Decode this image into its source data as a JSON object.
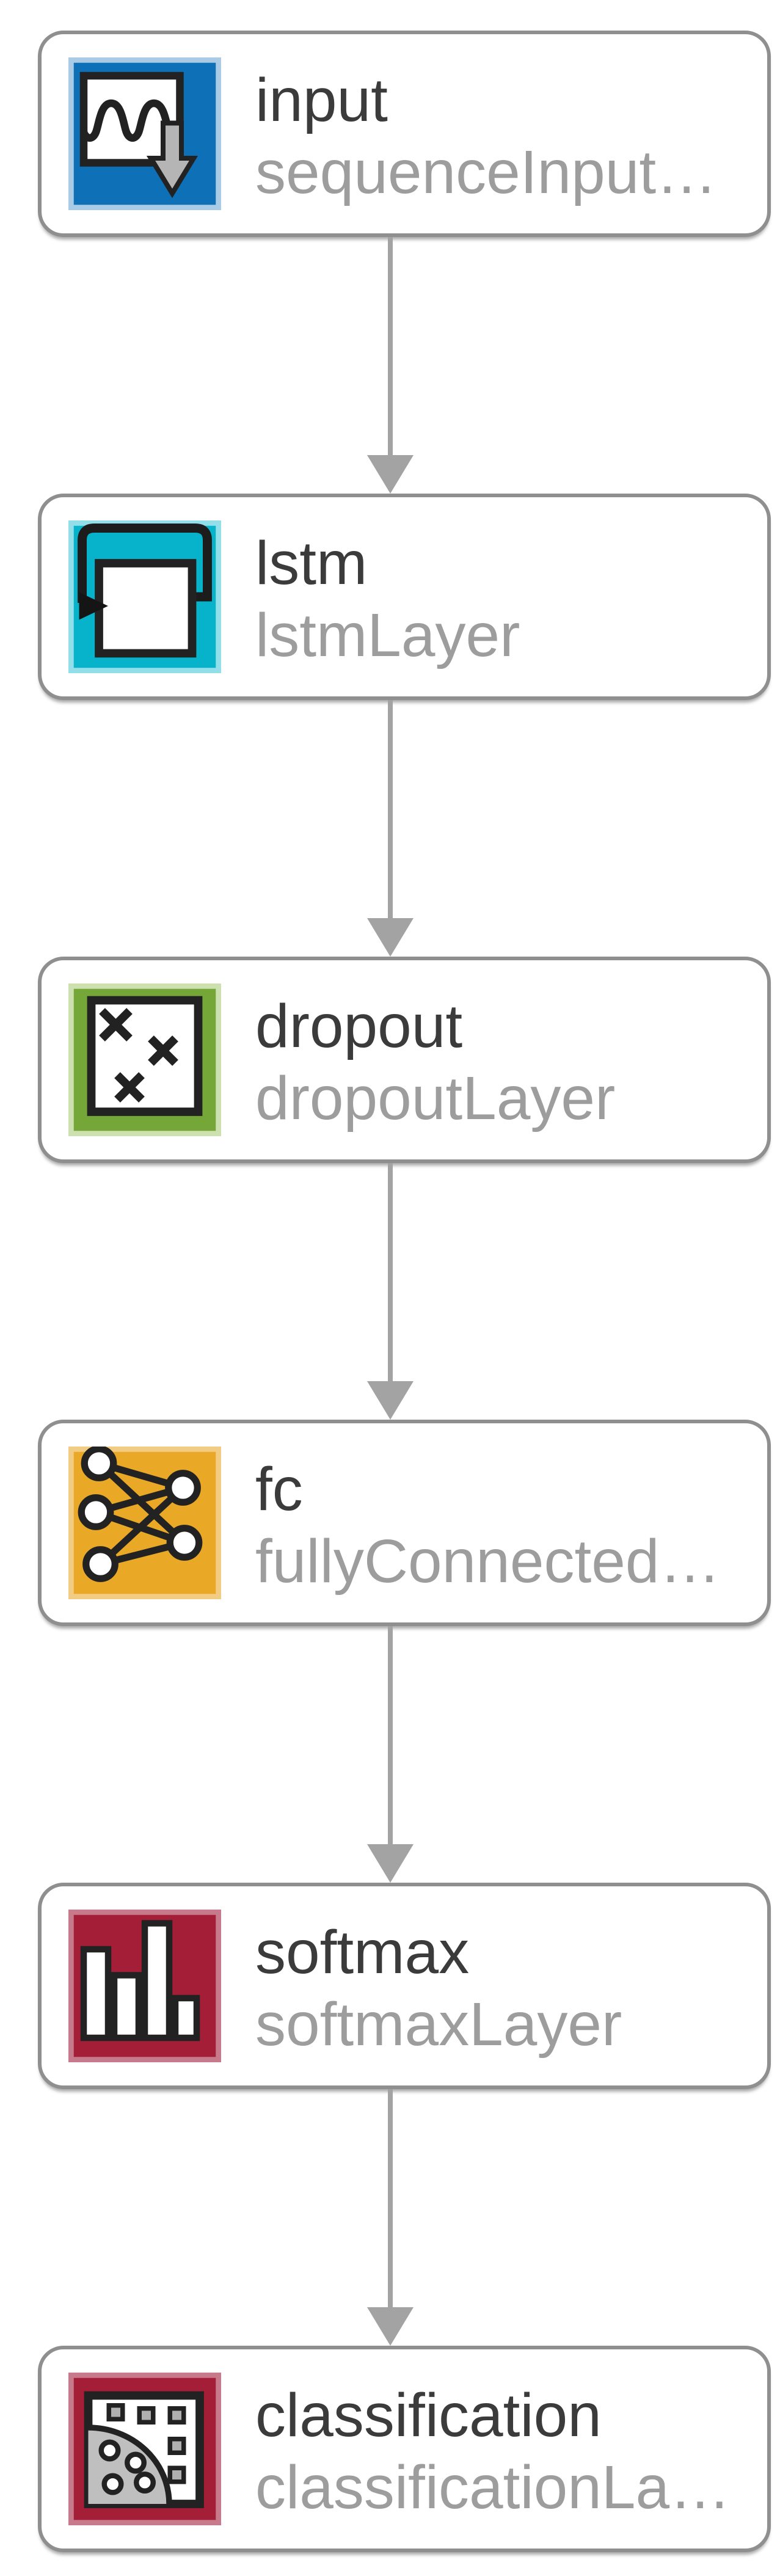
{
  "diagram": {
    "kind": "deep-learning-layer-graph",
    "background_color": "#ffffff",
    "node_style": {
      "fill": "#ffffff",
      "border_color": "#8f8f8f",
      "title_color": "#3b3b3b",
      "subtitle_color": "#9d9d9d"
    },
    "connector_color": "#a3a3a3",
    "nodes": [
      {
        "id": "input",
        "name": "input",
        "layer_type": "sequenceInput…",
        "icon": "sequence-input-icon",
        "color": "#0e71b8",
        "edge_tint": "#a9cbe5"
      },
      {
        "id": "lstm",
        "name": "lstm",
        "layer_type": "lstmLayer",
        "icon": "lstm-icon",
        "color": "#06b3ca",
        "edge_tint": "#92dfe9"
      },
      {
        "id": "dropout",
        "name": "dropout",
        "layer_type": "dropoutLayer",
        "icon": "dropout-icon",
        "color": "#74a737",
        "edge_tint": "#cde0b0"
      },
      {
        "id": "fc",
        "name": "fc",
        "layer_type": "fullyConnected…",
        "icon": "fully-connected-icon",
        "color": "#e9a826",
        "edge_tint": "#f2cc82"
      },
      {
        "id": "softmax",
        "name": "softmax",
        "layer_type": "softmaxLayer",
        "icon": "softmax-icon",
        "color": "#a51e38",
        "edge_tint": "#c67a8b"
      },
      {
        "id": "classification",
        "name": "classification",
        "layer_type": "classificationLa…",
        "icon": "classification-icon",
        "color": "#a51e38",
        "edge_tint": "#c67a8b"
      }
    ],
    "edges": [
      [
        "input",
        "lstm"
      ],
      [
        "lstm",
        "dropout"
      ],
      [
        "dropout",
        "fc"
      ],
      [
        "fc",
        "softmax"
      ],
      [
        "softmax",
        "classification"
      ]
    ]
  }
}
